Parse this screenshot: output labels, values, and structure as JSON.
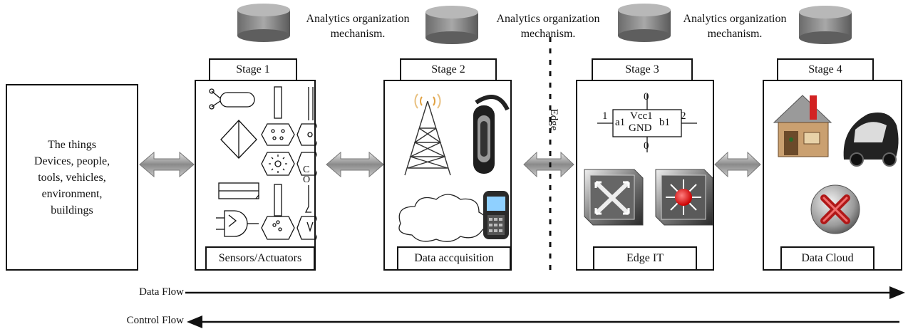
{
  "mechanism_notes": [
    {
      "line1": "Analytics organization",
      "line2": "mechanism."
    },
    {
      "line1": "Analytics organization",
      "line2": "mechanism."
    },
    {
      "line1": "Analytics organization",
      "line2": "mechanism."
    }
  ],
  "things": {
    "line1": "The things",
    "line2": "Devices, people,",
    "line3": "tools, vehicles,",
    "line4": "environment,",
    "line5": "buildings"
  },
  "stages": [
    {
      "title": "Stage 1",
      "footer": "Sensors/Actuators"
    },
    {
      "title": "Stage 2",
      "footer": "Data accquisition"
    },
    {
      "title": "Stage 3",
      "footer": "Edge IT"
    },
    {
      "title": "Stage 4",
      "footer": "Data Cloud"
    }
  ],
  "edge_label": "Edge",
  "circuit": {
    "top_pin": "0",
    "bottom_pin": "0",
    "left_pin": "1",
    "right_pin": "2",
    "left_port": "a1",
    "right_port": "b1",
    "part_top": "Vcc1",
    "part_bottom": "GND"
  },
  "sensor_glyph_text": "C\nO",
  "flows": {
    "data_flow": "Data Flow",
    "control_flow": "Control Flow"
  },
  "colors": {
    "line": "#111111",
    "cylinder": "#8a8a8a",
    "arrow_gray": "#8c8c8c",
    "roof_red": "#d22222"
  }
}
